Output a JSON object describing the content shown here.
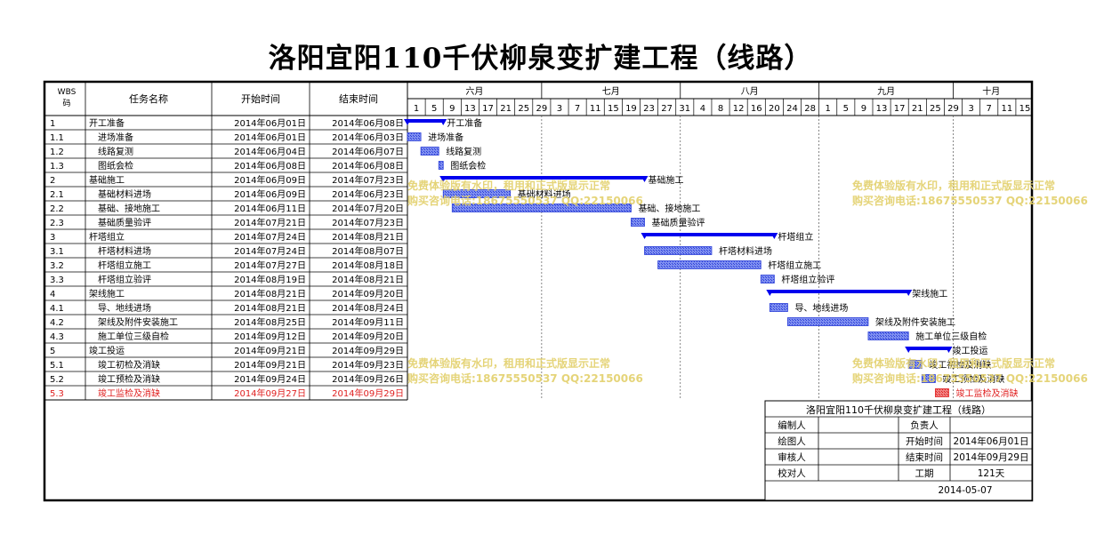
{
  "title": "洛阳宜阳110千伏柳泉变扩建工程（线路）",
  "header": {
    "wbs": [
      "WBS",
      "码"
    ],
    "name": "任务名称",
    "start": "开始时间",
    "end": "结束时间"
  },
  "months": [
    "六月",
    "七月",
    "八月",
    "九月",
    "十月"
  ],
  "day_ticks": [
    {
      "label": "1",
      "date": "2014-06-01"
    },
    {
      "label": "5",
      "date": "2014-06-05"
    },
    {
      "label": "9",
      "date": "2014-06-09"
    },
    {
      "label": "13",
      "date": "2014-06-13"
    },
    {
      "label": "17",
      "date": "2014-06-17"
    },
    {
      "label": "21",
      "date": "2014-06-21"
    },
    {
      "label": "25",
      "date": "2014-06-25"
    },
    {
      "label": "29",
      "date": "2014-06-29"
    },
    {
      "label": "3",
      "date": "2014-07-03"
    },
    {
      "label": "7",
      "date": "2014-07-07"
    },
    {
      "label": "11",
      "date": "2014-07-11"
    },
    {
      "label": "15",
      "date": "2014-07-15"
    },
    {
      "label": "19",
      "date": "2014-07-19"
    },
    {
      "label": "23",
      "date": "2014-07-23"
    },
    {
      "label": "27",
      "date": "2014-07-27"
    },
    {
      "label": "31",
      "date": "2014-07-31"
    },
    {
      "label": "4",
      "date": "2014-08-04"
    },
    {
      "label": "8",
      "date": "2014-08-08"
    },
    {
      "label": "12",
      "date": "2014-08-12"
    },
    {
      "label": "16",
      "date": "2014-08-16"
    },
    {
      "label": "20",
      "date": "2014-08-20"
    },
    {
      "label": "24",
      "date": "2014-08-24"
    },
    {
      "label": "28",
      "date": "2014-08-28"
    },
    {
      "label": "1",
      "date": "2014-09-01"
    },
    {
      "label": "5",
      "date": "2014-09-05"
    },
    {
      "label": "9",
      "date": "2014-09-09"
    },
    {
      "label": "13",
      "date": "2014-09-13"
    },
    {
      "label": "17",
      "date": "2014-09-17"
    },
    {
      "label": "21",
      "date": "2014-09-21"
    },
    {
      "label": "25",
      "date": "2014-09-25"
    },
    {
      "label": "29",
      "date": "2014-09-29"
    },
    {
      "label": "3",
      "date": "2014-10-03"
    },
    {
      "label": "7",
      "date": "2014-10-07"
    },
    {
      "label": "11",
      "date": "2014-10-11"
    },
    {
      "label": "15",
      "date": "2014-10-15"
    }
  ],
  "colors": {
    "summary": "#0000ee",
    "task": "#2a3ed8",
    "task_fill": "#7f8ff0",
    "critical": "#e02020",
    "critical_fill": "#f08080",
    "watermark": "#e2cf6a",
    "grid": "#000000"
  },
  "chart_data": {
    "type": "gantt",
    "x_axis": {
      "start": "2014-06-01",
      "end": "2014-10-18"
    },
    "tasks": [
      {
        "wbs": "1",
        "name": "开工准备",
        "start": "2014-06-01",
        "end": "2014-06-08",
        "start_label": "2014年06月01日",
        "end_label": "2014年06月08日",
        "summary": true,
        "level": 0
      },
      {
        "wbs": "1.1",
        "name": "进场准备",
        "start": "2014-06-01",
        "end": "2014-06-03",
        "start_label": "2014年06月01日",
        "end_label": "2014年06月03日",
        "level": 1
      },
      {
        "wbs": "1.2",
        "name": "线路复测",
        "start": "2014-06-04",
        "end": "2014-06-07",
        "start_label": "2014年06月04日",
        "end_label": "2014年06月07日",
        "level": 1
      },
      {
        "wbs": "1.3",
        "name": "图纸会检",
        "start": "2014-06-08",
        "end": "2014-06-08",
        "start_label": "2014年06月08日",
        "end_label": "2014年06月08日",
        "level": 1
      },
      {
        "wbs": "2",
        "name": "基础施工",
        "start": "2014-06-09",
        "end": "2014-07-23",
        "start_label": "2014年06月09日",
        "end_label": "2014年07月23日",
        "summary": true,
        "level": 0
      },
      {
        "wbs": "2.1",
        "name": "基础材料进场",
        "start": "2014-06-09",
        "end": "2014-06-23",
        "start_label": "2014年06月09日",
        "end_label": "2014年06月23日",
        "level": 1
      },
      {
        "wbs": "2.2",
        "name": "基础、接地施工",
        "start": "2014-06-11",
        "end": "2014-07-20",
        "start_label": "2014年06月11日",
        "end_label": "2014年07月20日",
        "level": 1
      },
      {
        "wbs": "2.3",
        "name": "基础质量验评",
        "start": "2014-07-21",
        "end": "2014-07-23",
        "start_label": "2014年07月21日",
        "end_label": "2014年07月23日",
        "level": 1
      },
      {
        "wbs": "3",
        "name": "杆塔组立",
        "start": "2014-07-24",
        "end": "2014-08-21",
        "start_label": "2014年07月24日",
        "end_label": "2014年08月21日",
        "summary": true,
        "level": 0
      },
      {
        "wbs": "3.1",
        "name": "杆塔材料进场",
        "start": "2014-07-24",
        "end": "2014-08-07",
        "start_label": "2014年07月24日",
        "end_label": "2014年08月07日",
        "level": 1
      },
      {
        "wbs": "3.2",
        "name": "杆塔组立施工",
        "start": "2014-07-27",
        "end": "2014-08-18",
        "start_label": "2014年07月27日",
        "end_label": "2014年08月18日",
        "level": 1
      },
      {
        "wbs": "3.3",
        "name": "杆塔组立验评",
        "start": "2014-08-19",
        "end": "2014-08-21",
        "start_label": "2014年08月19日",
        "end_label": "2014年08月21日",
        "level": 1
      },
      {
        "wbs": "4",
        "name": "架线施工",
        "start": "2014-08-21",
        "end": "2014-09-20",
        "start_label": "2014年08月21日",
        "end_label": "2014年09月20日",
        "summary": true,
        "level": 0
      },
      {
        "wbs": "4.1",
        "name": "导、地线进场",
        "start": "2014-08-21",
        "end": "2014-08-24",
        "start_label": "2014年08月21日",
        "end_label": "2014年08月24日",
        "level": 1
      },
      {
        "wbs": "4.2",
        "name": "架线及附件安装施工",
        "start": "2014-08-25",
        "end": "2014-09-11",
        "start_label": "2014年08月25日",
        "end_label": "2014年09月11日",
        "level": 1
      },
      {
        "wbs": "4.3",
        "name": "施工单位三级自检",
        "start": "2014-09-12",
        "end": "2014-09-20",
        "start_label": "2014年09月12日",
        "end_label": "2014年09月20日",
        "level": 1
      },
      {
        "wbs": "5",
        "name": "竣工投运",
        "start": "2014-09-21",
        "end": "2014-09-29",
        "start_label": "2014年09月21日",
        "end_label": "2014年09月29日",
        "summary": true,
        "level": 0
      },
      {
        "wbs": "5.1",
        "name": "竣工初检及消缺",
        "start": "2014-09-21",
        "end": "2014-09-23",
        "start_label": "2014年09月21日",
        "end_label": "2014年09月23日",
        "level": 1
      },
      {
        "wbs": "5.2",
        "name": "竣工预检及消缺",
        "start": "2014-09-24",
        "end": "2014-09-26",
        "start_label": "2014年09月24日",
        "end_label": "2014年09月26日",
        "level": 1
      },
      {
        "wbs": "5.3",
        "name": "竣工监检及消缺",
        "start": "2014-09-27",
        "end": "2014-09-29",
        "start_label": "2014年09月27日",
        "end_label": "2014年09月29日",
        "level": 1,
        "critical": true
      }
    ]
  },
  "info_box": {
    "title": "洛阳宜阳110千伏柳泉变扩建工程（线路）",
    "rows": [
      {
        "label": "编制人",
        "value": "",
        "label2": "负责人",
        "value2": ""
      },
      {
        "label": "绘图人",
        "value": "",
        "label2": "开始时间",
        "value2": "2014年06月01日"
      },
      {
        "label": "审核人",
        "value": "",
        "label2": "结束时间",
        "value2": "2014年09月29日"
      },
      {
        "label": "校对人",
        "value": "",
        "label2": "工期",
        "value2": "121天"
      }
    ],
    "date": "2014-05-07"
  },
  "watermarks": [
    {
      "line1": "免费体验版有水印，租用和正式版显示正常",
      "line2": "购买咨询电话:18675550537 QQ:22150066"
    },
    {
      "line1": "免费体验版有水印，租用和正式版显示正常",
      "line2": "购买咨询电话:18675550537 QQ:22150066"
    },
    {
      "line1": "免费体验版有水印，租用和正式版显示正常",
      "line2": "购买咨询电话:18675550537 QQ:22150066"
    },
    {
      "line1": "免费体验版有水印，租用和正式版显示正常",
      "line2": "购买咨询电话:18675550537 QQ:22150066"
    }
  ]
}
